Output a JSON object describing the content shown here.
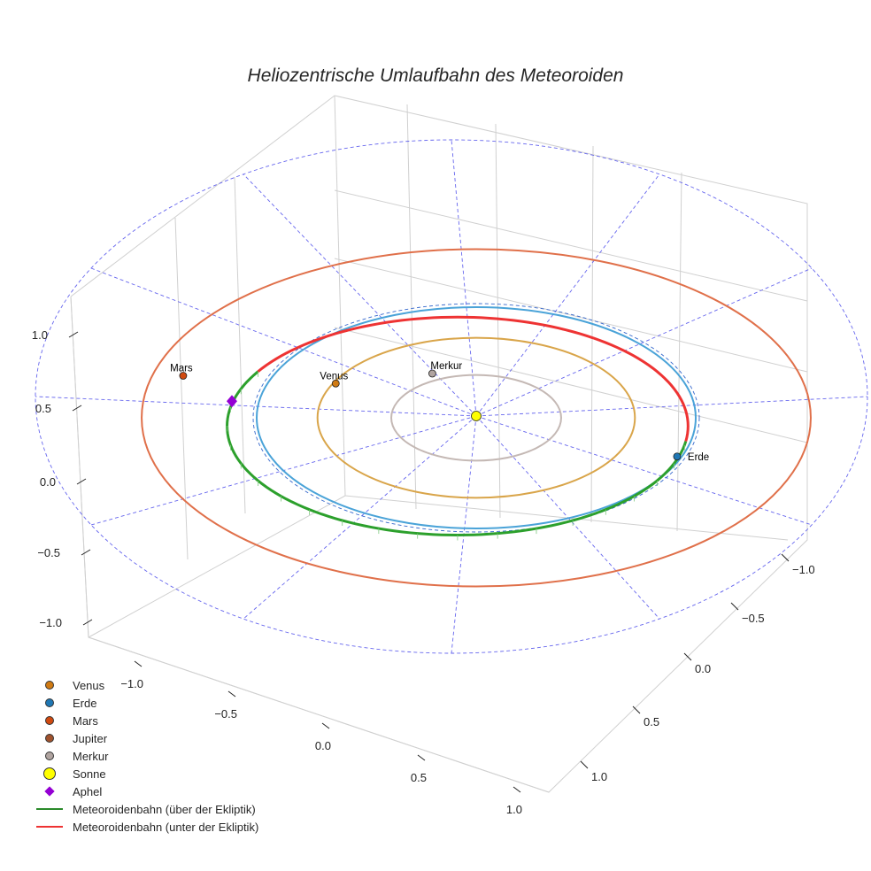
{
  "chart_data": {
    "type": "scatter3d",
    "title": "Heliozentrische Umlaufbahn des Meteoroiden",
    "x_ticks": [
      "−1.0",
      "−0.5",
      "0.0",
      "0.5",
      "1.0"
    ],
    "y_ticks": [
      "−1.0",
      "−0.5",
      "0.0",
      "0.5",
      "1.0"
    ],
    "z_ticks": [
      "1.0",
      "0.5",
      "0.0",
      "−0.5",
      "−1.0"
    ],
    "grid": true,
    "legend_placement": "bottom-left",
    "orbits": [
      {
        "name": "Merkur",
        "radius": 0.387,
        "color": "#c4b8b4"
      },
      {
        "name": "Venus",
        "radius": 0.723,
        "color": "#d9a54a"
      },
      {
        "name": "Erde",
        "radius": 1.0,
        "color": "#4aa3d8"
      },
      {
        "name": "Mars",
        "radius": 1.524,
        "color": "#e0704a"
      }
    ],
    "planets": [
      {
        "name": "Venus",
        "x": -0.64,
        "y": 0.31,
        "color": "#d07a12",
        "label": "Venus"
      },
      {
        "name": "Erde",
        "x": 0.915,
        "y": -0.35,
        "color": "#1f77b4",
        "label": "Erde"
      },
      {
        "name": "Mars",
        "x": -1.335,
        "y": 0.38,
        "color": "#d04a10",
        "label": "Mars"
      },
      {
        "name": "Merkur",
        "x": -0.2,
        "y": 0.4,
        "color": "#b0a4a0",
        "label": "Merkur"
      }
    ],
    "sun": {
      "name": "Sonne",
      "x": 0,
      "y": 0,
      "color": "#ffff00"
    },
    "aphel": {
      "name": "Aphel",
      "x": -1.113,
      "y": 0.15,
      "color": "#9400d3"
    },
    "meteoroid_orbit": {
      "center": [
        -0.085,
        -0.075
      ],
      "a": 1.05,
      "b": 0.985,
      "above_color": "#2ca02c",
      "below_color": "#ee3333"
    }
  },
  "legend": [
    {
      "label": "Venus",
      "kind": "dot",
      "color": "#d07a12"
    },
    {
      "label": "Erde",
      "kind": "dot",
      "color": "#1f77b4"
    },
    {
      "label": "Mars",
      "kind": "dot",
      "color": "#d04a10"
    },
    {
      "label": "Jupiter",
      "kind": "dot",
      "color": "#a0522d"
    },
    {
      "label": "Merkur",
      "kind": "dot",
      "color": "#b0a4a0"
    },
    {
      "label": "Sonne",
      "kind": "sun",
      "color": "#ffff00"
    },
    {
      "label": "Aphel",
      "kind": "diamond",
      "color": "#9400d3"
    },
    {
      "label": "Meteoroidenbahn (über der Ekliptik)",
      "kind": "line",
      "color": "#2a8a2a"
    },
    {
      "label": "Meteoroidenbahn (unter der Ekliptik)",
      "kind": "line",
      "color": "#ee3333"
    }
  ]
}
